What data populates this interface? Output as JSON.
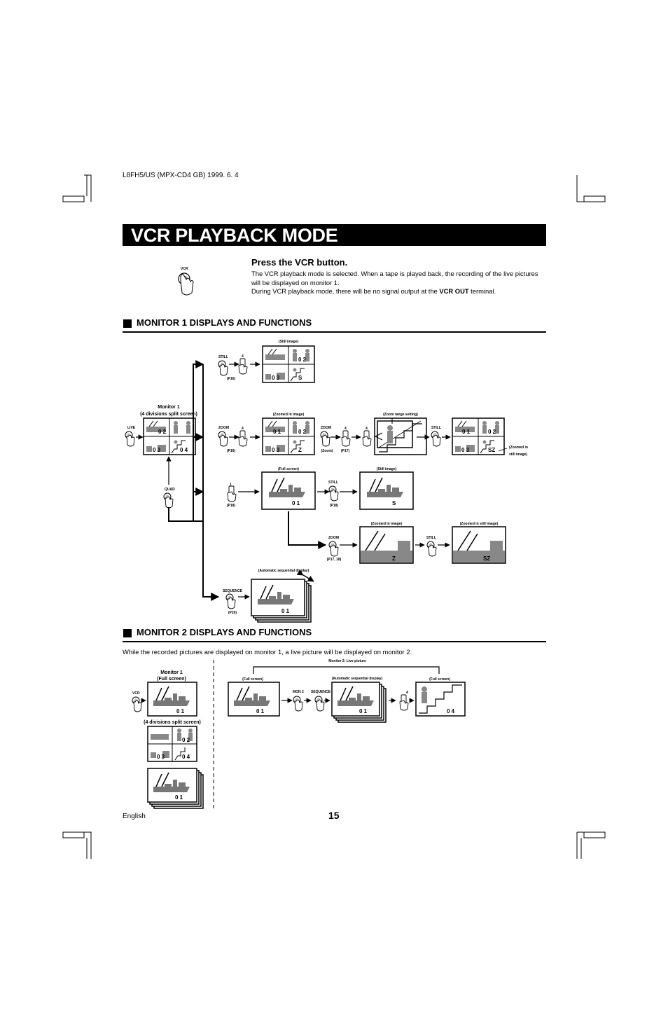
{
  "header": {
    "doc_code": "L8FH5/US (MPX-CD4 GB) 1999. 6. 4"
  },
  "title": "VCR PLAYBACK MODE",
  "press": {
    "vcr_button_label": "VCR",
    "heading": "Press the VCR button.",
    "line1": "The VCR playback mode is selected. When a tape is played back, the recording of the live pictures will be displayed on monitor 1.",
    "line2_pre": "During VCR playback mode, there will be no signal output at the ",
    "line2_bold": "VCR OUT",
    "line2_post": " terminal."
  },
  "section1": {
    "heading": "MONITOR 1 DISPLAYS AND FUNCTIONS",
    "monitor1_line1": "Monitor 1",
    "monitor1_line2": "(4 divisions split screen)",
    "buttons": {
      "live": "LIVE",
      "quad": "QUAD",
      "still": "STILL",
      "zoom": "ZOOM",
      "sequence": "SEQUENCE",
      "four": "4",
      "one": "1"
    },
    "labels": {
      "still_image": "(Still image)",
      "zoomed_in_image": "(Zoomed in image)",
      "zoom_range_setting": "(Zoom range setting)",
      "zoomed_in_still_1": "(Zoomed in",
      "zoomed_in_still_2": "still image)",
      "full_screen": "(Full screen)",
      "zoomed_in_still_image": "(Zoomed in still image)",
      "automatic_sequential": "(Automatic sequential display)"
    },
    "refs": {
      "p16": "(P16)",
      "zoom_p17": "(Zoom)",
      "p17": "(P17)",
      "p18": "(P18)",
      "p17_18": "(P17, 18)",
      "p20": "(P20)"
    },
    "codes": {
      "c01": "0 1",
      "c02": "0 2",
      "c03": "0 3",
      "c04": "0 4",
      "s": "S",
      "z": "Z",
      "sz": "SZ"
    }
  },
  "section2": {
    "heading": "MONITOR 2 DISPLAYS AND FUNCTIONS",
    "intro": "While the recorded pictures are displayed on monitor 1, a live picture will be displayed on monitor 2.",
    "monitor2_live": "Monitor 2: Live picture",
    "monitor1_line1": "Monitor 1",
    "monitor1_line2": "(Full screen)",
    "four_div": "(4 divisions split screen)",
    "full_screen": "(Full screen)",
    "automatic_sequential": "(Automatic sequential display)",
    "buttons": {
      "vcr": "VCR",
      "mon2": "MON 2",
      "sequence": "SEQUENCE",
      "four": "4"
    },
    "codes": {
      "c01": "0 1",
      "c02": "0 2",
      "c03": "0 3",
      "c04": "0 4"
    }
  },
  "footer": {
    "language": "English",
    "page": "15"
  }
}
